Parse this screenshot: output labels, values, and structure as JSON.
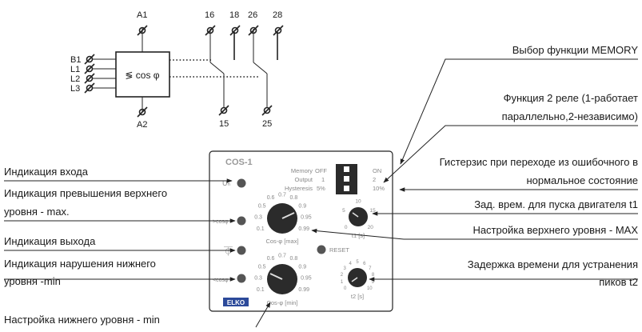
{
  "schematic": {
    "terminals": {
      "a1": "A1",
      "a2": "A2",
      "b1": "B1",
      "l1": "L1",
      "l2": "L2",
      "l3": "L3",
      "t16": "16",
      "t18": "18",
      "t26": "26",
      "t28": "28",
      "t15": "15",
      "t25": "25"
    },
    "module_label": "≶ cos φ"
  },
  "panel": {
    "title": "COS-1",
    "un": "Uₙ",
    "memory": "Memory",
    "output": "Output",
    "hysteresis": "Hysteresis",
    "dip_off": "OFF",
    "dip_on": "ON",
    "output_1": "1",
    "output_2": "2",
    "hyst_5": "5%",
    "hyst_10": "10%",
    "gt_cos": ">cosφ",
    "lt_cos": "<cosφ",
    "out_symbol": "⏁",
    "reset": "RESET",
    "brand": "ELKO",
    "knob_max_label": "Cos-φ [max]",
    "knob_min_label": "Cos-φ [min]",
    "knob_t1_label": "t1 [s]",
    "knob_t2_label": "t2 [s]",
    "scale_max": [
      "0.1",
      "0.3",
      "0.5",
      "0.6",
      "0.7",
      "0.8",
      "0.9",
      "0.95",
      "0.99"
    ],
    "scale_min": [
      "0.1",
      "0.3",
      "0.5",
      "0.6",
      "0.7",
      "0.8",
      "0.9",
      "0.95",
      "0.99"
    ],
    "scale_t1": [
      "0",
      "5",
      "10",
      "15",
      "20"
    ],
    "scale_t2": [
      "0",
      "1",
      "2",
      "3",
      "4",
      "5",
      "6",
      "7",
      "8",
      "9",
      "10"
    ]
  },
  "callouts": {
    "left": [
      "Индикация входа",
      "Индикация превышения верхнего",
      "уровня - max.",
      "Индикация выхода",
      "Индикация нарушения нижнего",
      "уровня -min",
      "Настройка нижнего уровня - min"
    ],
    "right": [
      "Выбор функции MEMORY",
      "Функция 2 реле (1-работает",
      "параллельно,2-независимо)",
      "Гистерзис при переходе из ошибочного в",
      "нормальное состояние",
      "Зад. врем. для пуска двигателя t1",
      "Настройка верхнего уровня - MAX",
      "Задержка времени для устранения",
      "пиков t2"
    ]
  },
  "colors": {
    "led": "#555555",
    "led_center": "#b8b8b8",
    "knob": "#2b2b2b",
    "panel_text": "#8a8a8a",
    "brand_bg": "#2c4a9a"
  }
}
